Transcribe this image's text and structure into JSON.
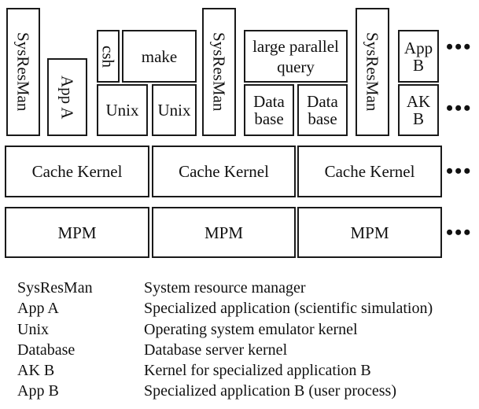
{
  "diagram": {
    "top_layer": {
      "sysresman_1": "SysResMan",
      "app_a": "App A",
      "csh": "csh",
      "make": "make",
      "unix_1": "Unix",
      "unix_2": "Unix",
      "sysresman_2": "SysResMan",
      "large_parallel_query": [
        "large parallel",
        "query"
      ],
      "database_1": [
        "Data",
        "base"
      ],
      "database_2": [
        "Data",
        "base"
      ],
      "sysresman_3": "SysResMan",
      "app_b": [
        "App",
        "B"
      ],
      "ak_b": [
        "AK",
        "B"
      ]
    },
    "cache_kernel_row": [
      "Cache Kernel",
      "Cache Kernel",
      "Cache Kernel"
    ],
    "mpm_row": [
      "MPM",
      "MPM",
      "MPM"
    ],
    "ellipsis": "•••"
  },
  "legend": [
    {
      "term": "SysResMan",
      "definition": "System resource manager"
    },
    {
      "term": "App A",
      "definition": "Specialized application (scientific simulation)"
    },
    {
      "term": "Unix",
      "definition": "Operating system emulator kernel"
    },
    {
      "term": "Database",
      "definition": "Database server kernel"
    },
    {
      "term": "AK B",
      "definition": "Kernel for specialized application B"
    },
    {
      "term": "App B",
      "definition": "Specialized application B (user process)"
    }
  ]
}
